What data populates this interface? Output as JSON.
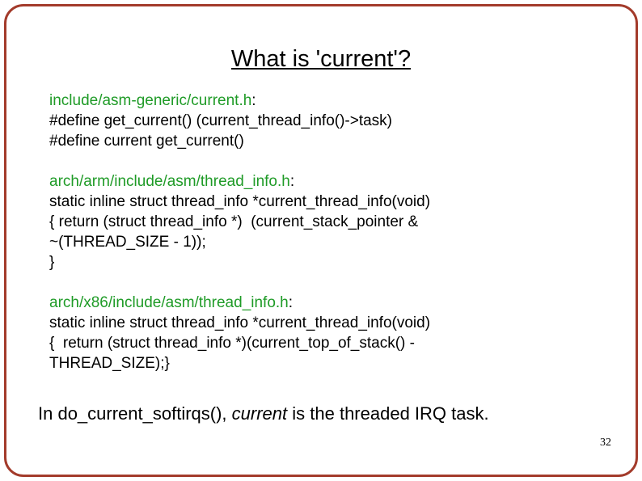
{
  "slide": {
    "title": "What is 'current'?",
    "blocks": [
      {
        "path": "include/asm-generic/current.h",
        "colon": ":",
        "code": "#define get_current() (current_thread_info()->task)\n#define current get_current()"
      },
      {
        "path": "arch/arm/include/asm/thread_info.h",
        "colon": ":",
        "code": "static inline struct thread_info *current_thread_info(void)\n{ return (struct thread_info *)  (current_stack_pointer &\n~(THREAD_SIZE - 1));\n}"
      },
      {
        "path": "arch/x86/include/asm/thread_info.h",
        "colon": ":",
        "code": "static inline struct thread_info *current_thread_info(void)\n{  return (struct thread_info *)(current_top_of_stack() -\nTHREAD_SIZE);}"
      }
    ],
    "footer": {
      "before_italic": "In do_current_softirqs(), ",
      "italic": "current",
      "after_italic": " is the threaded IRQ task."
    },
    "page_number": "32",
    "colors": {
      "path_green": "#1f9b27",
      "border_red": "#a33b2b",
      "text_black": "#000000"
    }
  }
}
